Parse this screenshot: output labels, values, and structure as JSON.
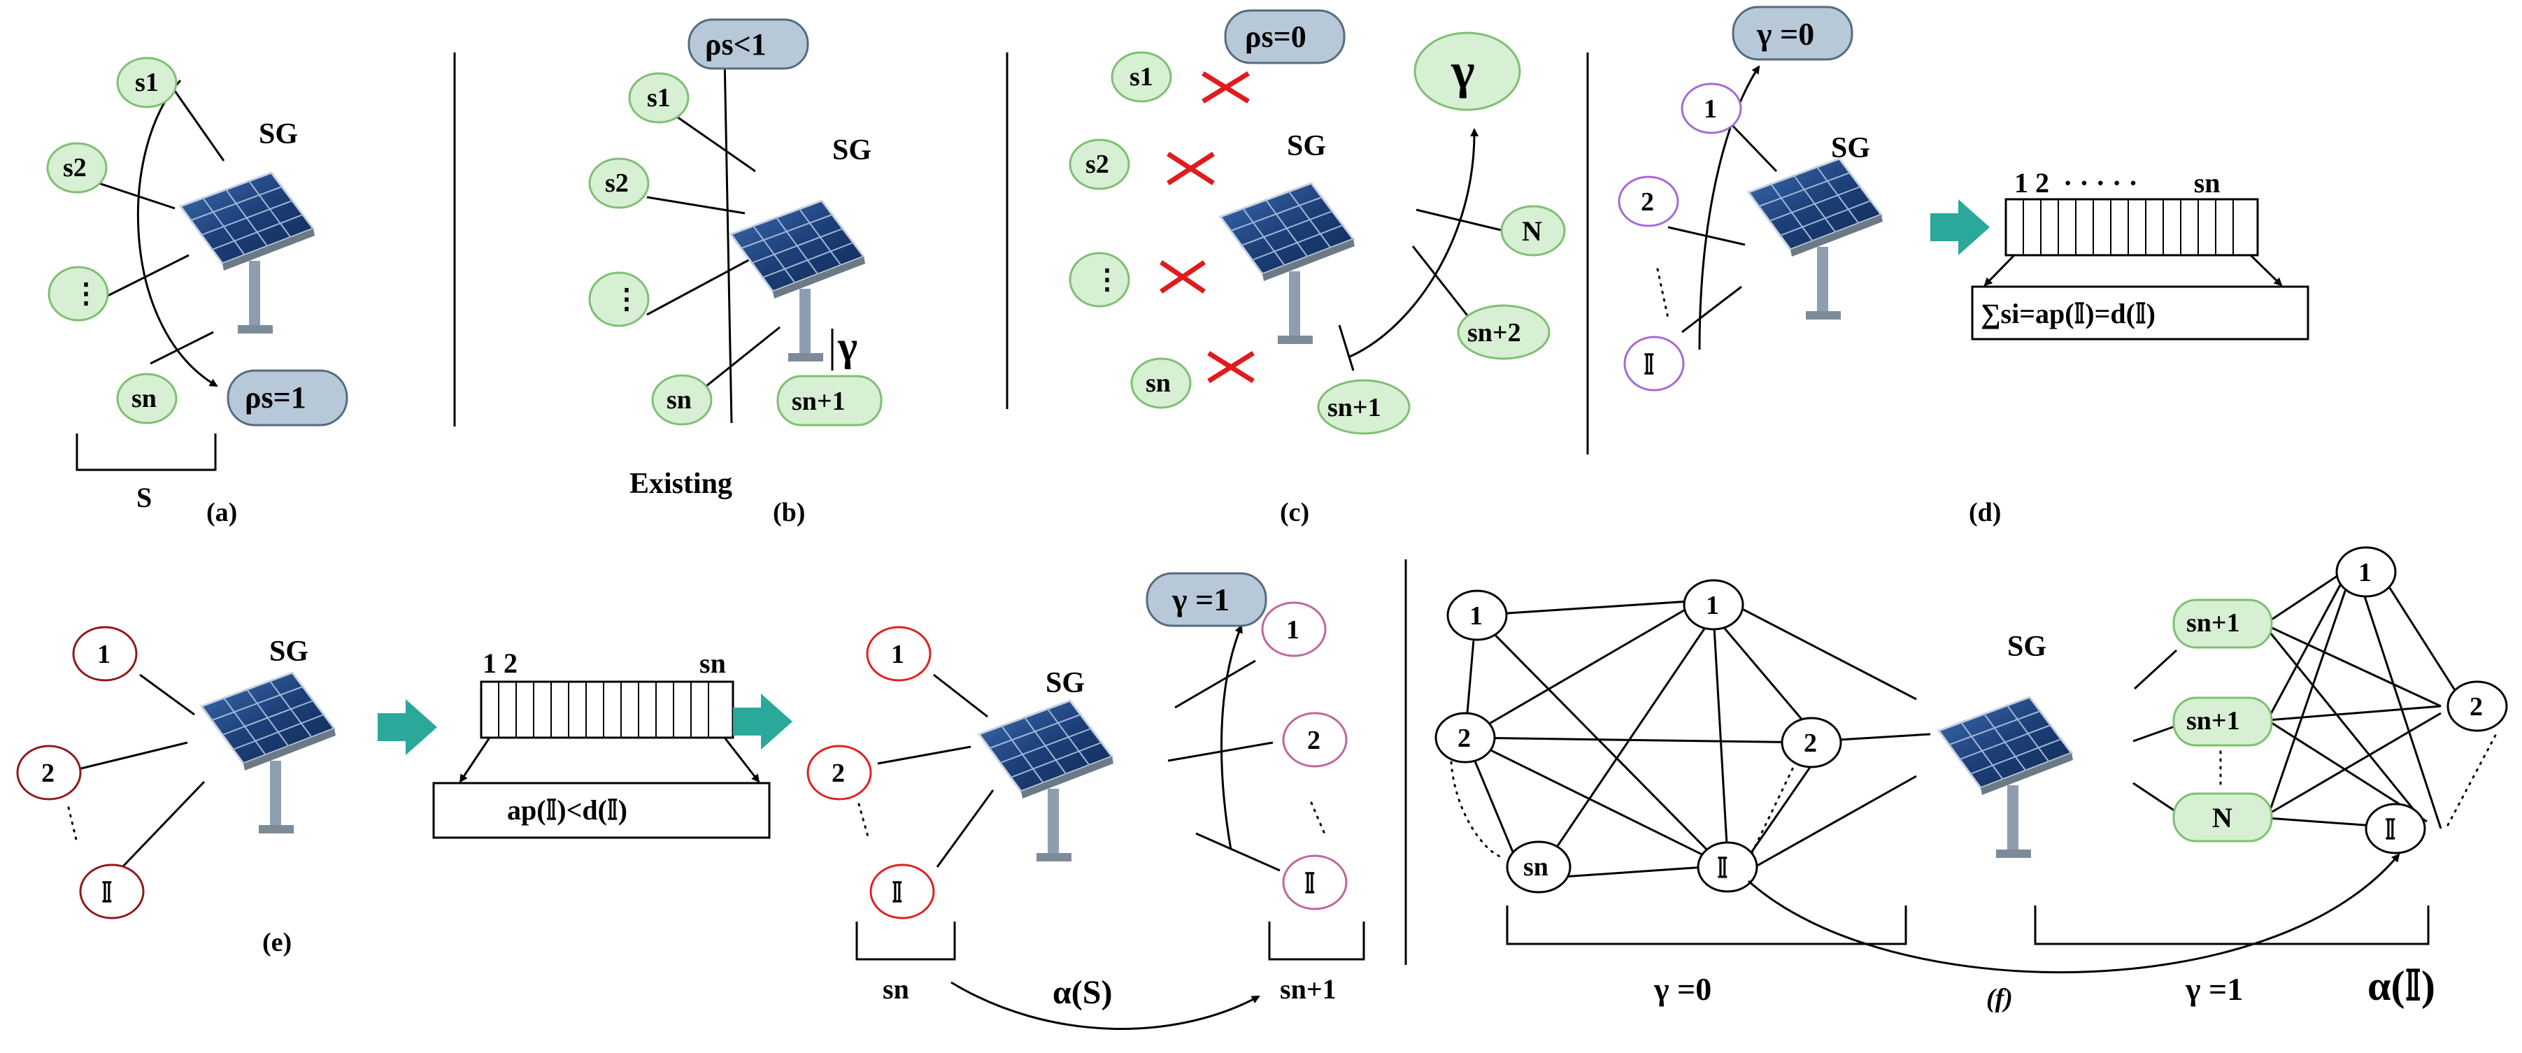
{
  "colors": {
    "green_fill": "#d7efd3",
    "green_stroke": "#7fbf73",
    "blue_fill": "#b7c9d9",
    "blue_stroke": "#556b80",
    "dark_red": "#8e1a1a",
    "red": "#e02020",
    "pink": "#c0669a",
    "teal_arrow": "#2aa89a",
    "cross": "#e11b1b"
  },
  "labels": {
    "sg": "SG",
    "panel_a": "(a)",
    "panel_b": "(b)",
    "panel_c": "(c)",
    "panel_d": "(d)",
    "panel_e": "(e)",
    "panel_f": "(f)",
    "existing": "Existing",
    "s": "S",
    "s1": "s1",
    "s2": "s2",
    "sn": "sn",
    "sn1": "sn+1",
    "sn2": "sn+2",
    "dots": "⋮",
    "N": "N",
    "one": "1",
    "two": "2",
    "dbl_i": "𝕀",
    "rho1": "ρs=1",
    "rho_lt1": "ρs<1",
    "rho0": "ρs=0",
    "gamma": "γ",
    "gamma0": "γ =0",
    "gamma1": "γ =1",
    "sum_eq": "∑si=ap(𝕀)=d(𝕀)",
    "ap_lt_d": "ap(𝕀)<d(𝕀)",
    "header_d": "1 2  · · · · ·        sn",
    "header_e": "1 2                          sn",
    "alpha_s": "α(S)",
    "alpha_i": "α(𝕀)"
  }
}
